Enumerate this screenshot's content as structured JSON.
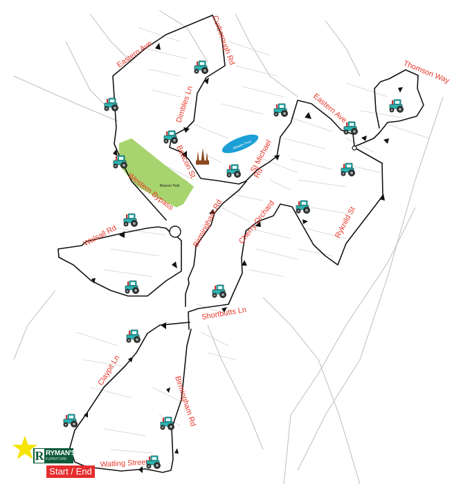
{
  "map": {
    "streets": [
      {
        "key": "curborough",
        "label": "Curborough Rd"
      },
      {
        "key": "eastern_nw",
        "label": "Eastern Ave"
      },
      {
        "key": "dimbles",
        "label": "Dimbles Ln"
      },
      {
        "key": "beacon",
        "label": "Beacon St"
      },
      {
        "key": "western_bypass",
        "label": "Western Bypass"
      },
      {
        "key": "walsall",
        "label": "Walsall Rd"
      },
      {
        "key": "birmingham_n",
        "label": "Birmingham Rd"
      },
      {
        "key": "st_michael_1",
        "label": "St Michael"
      },
      {
        "key": "st_michael_2",
        "label": "Rd"
      },
      {
        "key": "cherry",
        "label": "Cherry Orchard"
      },
      {
        "key": "eastern_ne",
        "label": "Eastern Ave"
      },
      {
        "key": "thomson",
        "label": "Thomson Way"
      },
      {
        "key": "ryknild",
        "label": "Ryknild St"
      },
      {
        "key": "shortbutts",
        "label": "Shortbutts Ln"
      },
      {
        "key": "claypit",
        "label": "Claypit Ln"
      },
      {
        "key": "birmingham_s",
        "label": "Birmingham Rd"
      },
      {
        "key": "watling",
        "label": "Watling Street"
      }
    ],
    "poi": {
      "park": "Beacon Park",
      "pool": "Minster Pool"
    },
    "icons": {
      "tractor": "tractor-icon",
      "cathedral": "cathedral-icon",
      "star": "star-icon"
    },
    "colors": {
      "route": "#111111",
      "label": "#e8382b",
      "tractor_body": "#2bb3b1",
      "park": "#a8d46f",
      "pool": "#1b9fd6",
      "cathedral": "#8b4a1f",
      "star": "#f5e500",
      "start_box": "#e52d2d",
      "logo": "#0d5a3a"
    }
  },
  "logo": {
    "mark": "R",
    "name": "RYMAN'S",
    "sub": "FURNITURE"
  },
  "start": {
    "label": "Start / End"
  }
}
